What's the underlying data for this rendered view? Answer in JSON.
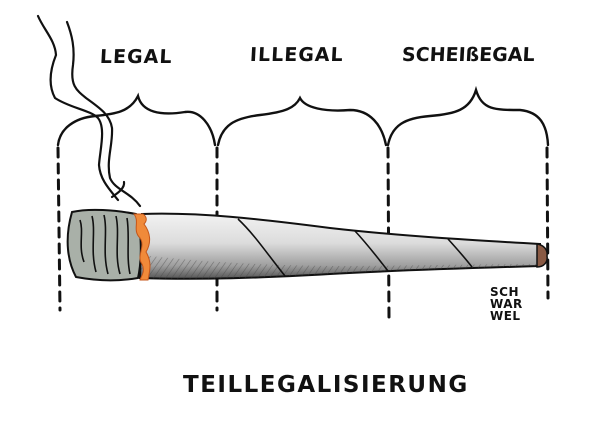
{
  "cartoon": {
    "title": "TEILLEGALISIERUNG",
    "segments": [
      {
        "label": "LEGAL"
      },
      {
        "label": "ILLEGAL"
      },
      {
        "label": "SCHEIßEGAL"
      }
    ],
    "signature": {
      "line1": "SCH",
      "line2": "WAR",
      "line3": "WEL"
    },
    "colors": {
      "ink": "#111111",
      "paper_light": "#e6e6e6",
      "paper_shade": "#a8a8a8",
      "ash": "#a9b0a8",
      "ember": "#f08a3a",
      "tip": "#8a5a44"
    }
  }
}
